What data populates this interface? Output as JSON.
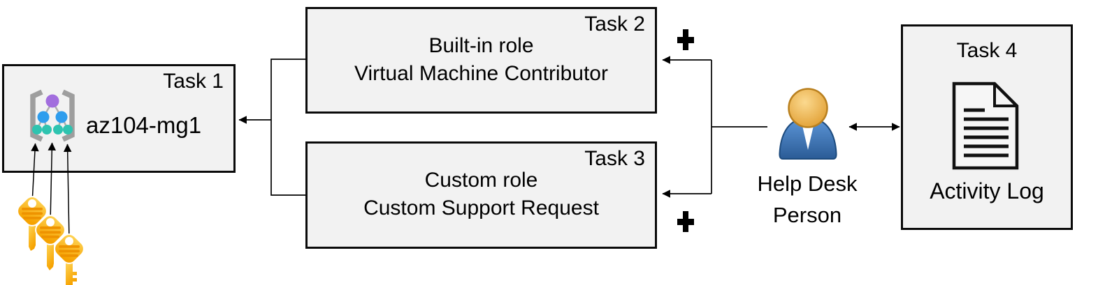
{
  "task1": {
    "label": "Task 1",
    "name": "az104-mg1"
  },
  "task2": {
    "label": "Task 2",
    "role_type": "Built-in role",
    "role_name": "Virtual Machine Contributor"
  },
  "task3": {
    "label": "Task 3",
    "role_type": "Custom role",
    "role_name": "Custom Support Request"
  },
  "task4": {
    "label": "Task 4",
    "caption": "Activity Log"
  },
  "person": {
    "line1": "Help Desk",
    "line2": "Person"
  },
  "plus_symbol": "+",
  "icons": {
    "management_group": "management-group-icon",
    "keys": "key-icon",
    "person": "person-icon",
    "document": "document-icon",
    "plus": "plus-icon"
  },
  "connections": [
    {
      "from": "role-boxes-bracket",
      "to": "az104-mg1",
      "type": "arrow"
    },
    {
      "from": "help-desk-person",
      "to": "built-in-role",
      "type": "arrow",
      "annotation": "+"
    },
    {
      "from": "help-desk-person",
      "to": "custom-role",
      "type": "arrow",
      "annotation": "+"
    },
    {
      "from": "help-desk-person",
      "to": "activity-log",
      "type": "double-arrow"
    },
    {
      "from": "keys",
      "to": "az104-mg1-management-group",
      "type": "arrows",
      "count": 3
    }
  ],
  "colors": {
    "box_fill": "#f2f2f2",
    "box_border": "#0a0a0a",
    "connector": "#000000",
    "key_gold_light": "#FFD95E",
    "key_gold_dark": "#F6A200",
    "key_stripe": "#EE9300",
    "mg_bracket": "#9e9e9e",
    "mg_root": "#a26ede",
    "mg_child": "#2e9ded",
    "mg_leaf": "#2ec4b0",
    "person_outline": "#1d4b7e"
  }
}
